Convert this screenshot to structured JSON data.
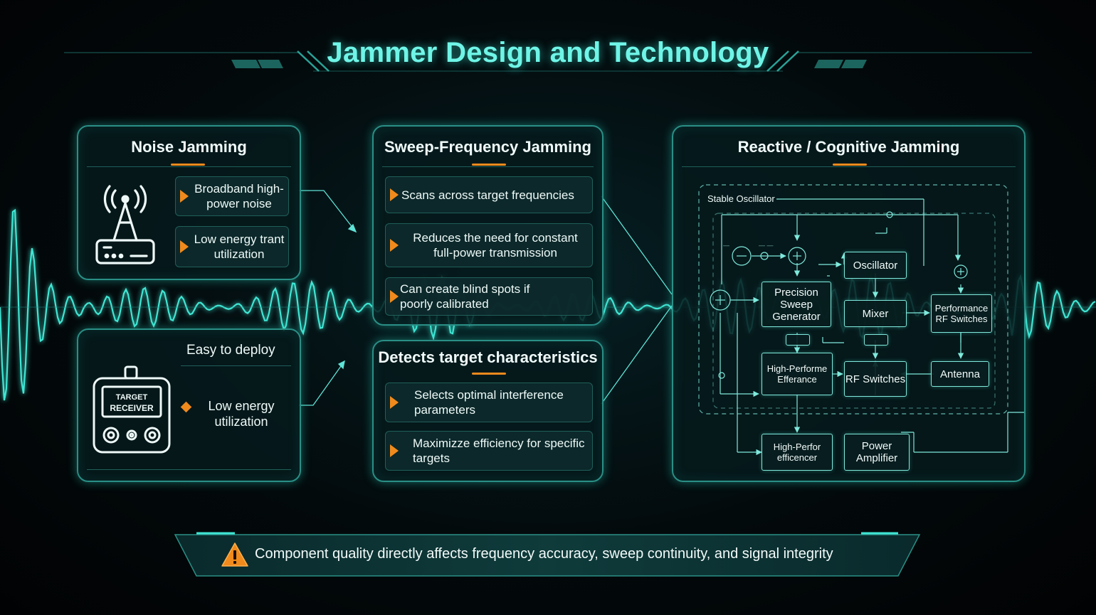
{
  "title": "Jammer Design and Technology",
  "noise": {
    "title": "Noise Jamming",
    "items": [
      "Broadband high-power noise",
      "Low energy trant utilization"
    ],
    "device_title": "Easy to deploy",
    "device_label_1": "TARGET",
    "device_label_2": "RECEIVER",
    "device_item": "Low energy utilization",
    "icons": [
      "antenna-tower-icon",
      "router-icon",
      "receiver-device-icon"
    ]
  },
  "sweep": {
    "title": "Sweep-Frequency Jamming",
    "items": [
      "Scans across target frequencies",
      "Reduces the need for constant full-power transmission",
      "Can create blind spots if poorly calibrated"
    ]
  },
  "detect": {
    "title": "Detects target characteristics",
    "items": [
      "Selects optimal interference parameters",
      "Maximizze efficiency for specific targets"
    ]
  },
  "reactive": {
    "title": "Reactive / Cognitive Jamming",
    "diagram": {
      "label": "Stable Oscillator",
      "blocks": {
        "precision": "Precision Sweep Generator",
        "oscillator": "Oscillator",
        "mixer": "Mixer",
        "perf_rf": "Performance RF Switches",
        "high_perf_eff": "High-Performe Efferance",
        "rf_switches": "RF Switches",
        "antenna": "Antenna",
        "high_perf_bot": "High-Perfor efficencer",
        "power_amp": "Power Amplifier"
      }
    }
  },
  "banner": {
    "text": "Component quality directly affects frequency accuracy, sweep continuity, and signal integrity",
    "icon": "warning-icon"
  },
  "colors": {
    "accent": "#6ff5e7",
    "border": "#2a8f86",
    "orange": "#f08a1c",
    "wave": "#3fe6d4"
  }
}
